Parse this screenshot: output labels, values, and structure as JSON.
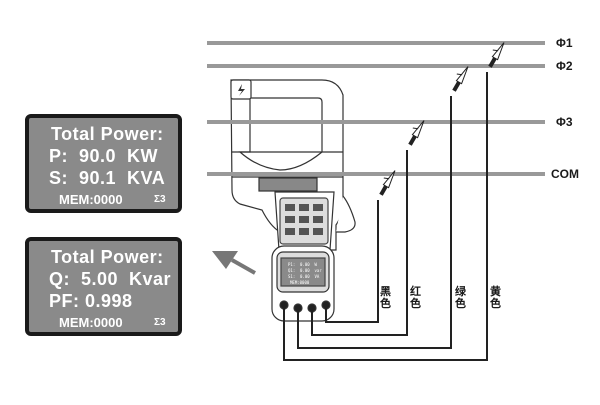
{
  "displays": [
    {
      "title": "Total Power:",
      "line1": "P:  90.0  KW",
      "line2": "S:  90.1  KVA",
      "mem": "MEM:0000",
      "mode": "Σ3"
    },
    {
      "title": "Total Power:",
      "line1": "Q:  5.00  Kvar",
      "line2": "PF: 0.998",
      "mem": "MEM:0000",
      "mode": "Σ3"
    }
  ],
  "phases": [
    "Φ1",
    "Φ2",
    "Φ3",
    "COM"
  ],
  "wire_colors": [
    "黑色",
    "红色",
    "绿色",
    "黄色"
  ],
  "meter_screen": [
    "P1:  0.00  W",
    "Q1:  0.00  var",
    "S1:  0.00  VA",
    "MEM:0000"
  ],
  "colors": {
    "lcd_bg": "#8a8a8a",
    "line": "#999999",
    "ink": "#1a1a1a"
  }
}
